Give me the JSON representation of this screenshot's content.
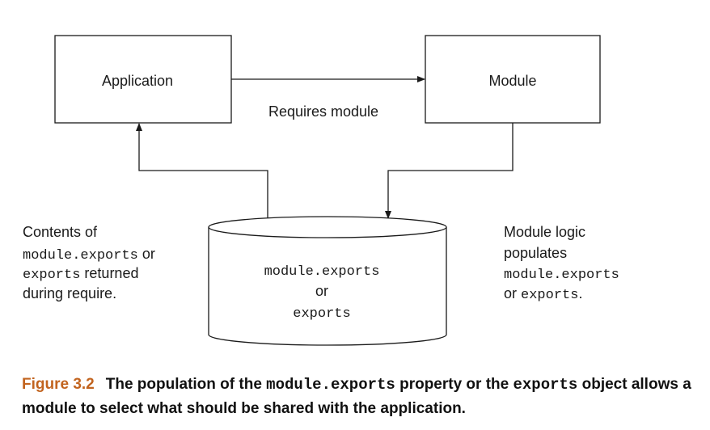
{
  "diagram": {
    "application_box": {
      "label": "Application"
    },
    "module_box": {
      "label": "Module"
    },
    "arrow_label": "Requires module",
    "cylinder": {
      "line1": "module.exports",
      "line2": "or",
      "line3": "exports"
    },
    "left_note": {
      "line1": "Contents of",
      "line2_code": "module.exports",
      "line2_text": " or",
      "line3_code": "exports",
      "line3_text": " returned",
      "line4": "during require."
    },
    "right_note": {
      "line1": "Module logic",
      "line2": "populates",
      "line3_code": "module.exports",
      "line4_text": "or ",
      "line4_code": "exports",
      "line4_end": "."
    }
  },
  "caption": {
    "label": "Figure 3.2",
    "text_1": "The population of the ",
    "code_1": "module.exports",
    "text_2": " property or the ",
    "code_2": "exports",
    "text_3": " object allows a module to select what should be shared with the application."
  }
}
